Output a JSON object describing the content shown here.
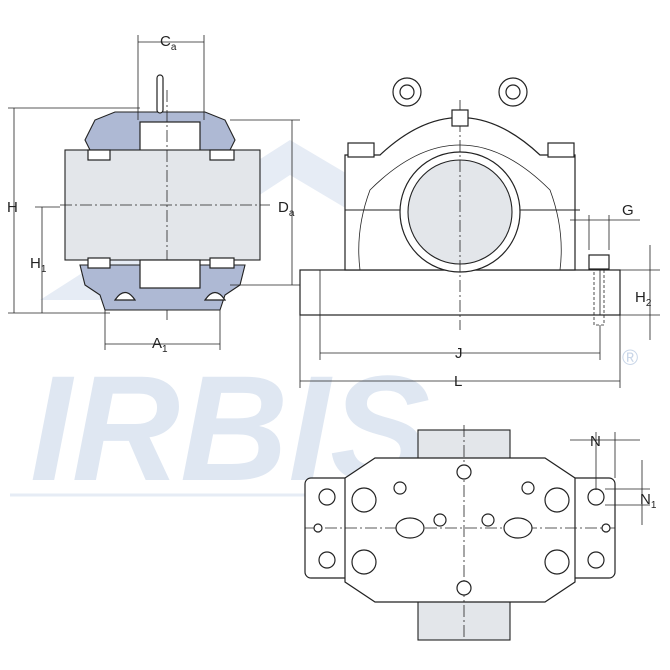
{
  "watermark": {
    "text": "IRBIS",
    "registered_mark": "®"
  },
  "dimensions": {
    "ca": {
      "main": "C",
      "sub": "a"
    },
    "h": {
      "main": "H",
      "sub": ""
    },
    "h1": {
      "main": "H",
      "sub": "1"
    },
    "da": {
      "main": "D",
      "sub": "a"
    },
    "a1": {
      "main": "A",
      "sub": "1"
    },
    "g": {
      "main": "G",
      "sub": ""
    },
    "h2": {
      "main": "H",
      "sub": "2"
    },
    "j": {
      "main": "J",
      "sub": ""
    },
    "l": {
      "main": "L",
      "sub": ""
    },
    "n": {
      "main": "N",
      "sub": ""
    },
    "n1": {
      "main": "N",
      "sub": "1"
    }
  },
  "colors": {
    "seal_blue": "#aeb9d4",
    "shaft_grey": "#e3e6ea",
    "watermark": "#dfe7f2",
    "line": "#222222"
  }
}
